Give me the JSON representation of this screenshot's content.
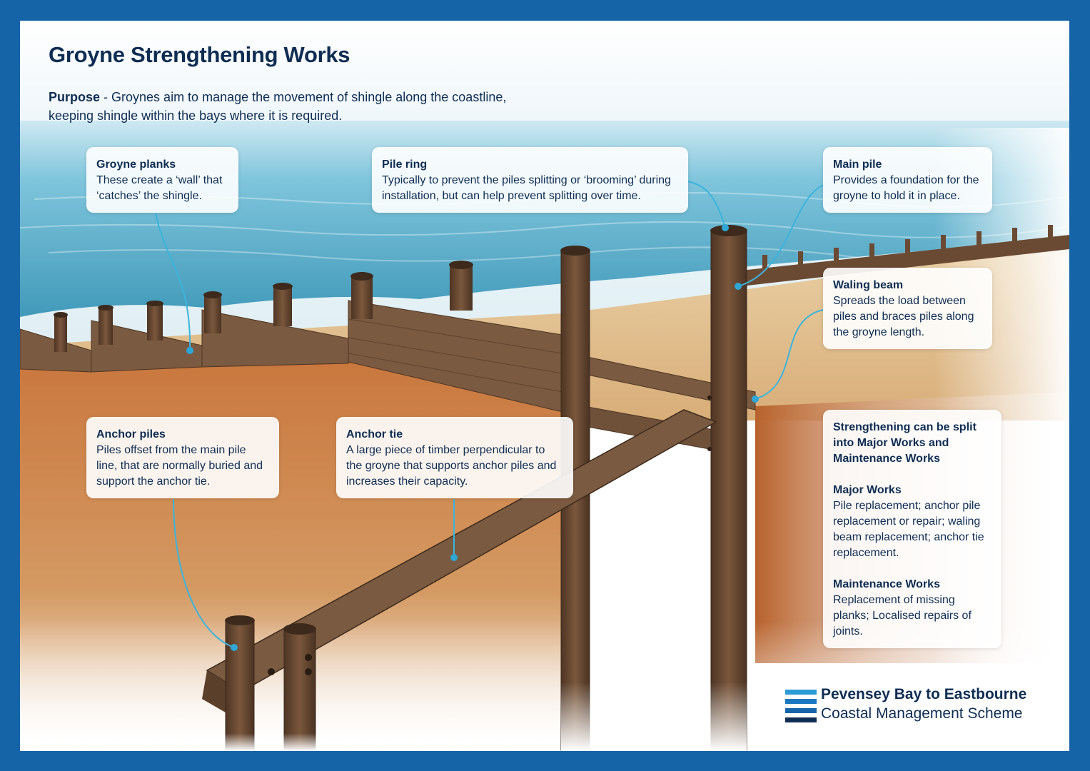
{
  "title": "Groyne Strengthening Works",
  "purpose": {
    "label": "Purpose",
    "text": " - Groynes aim to manage the movement of shingle along the coastline, keeping shingle within the bays where it is required."
  },
  "callouts": {
    "groyne_planks": {
      "heading": "Groyne planks",
      "text": "These create a ‘wall’ that ‘catches’ the shingle."
    },
    "pile_ring": {
      "heading": "Pile ring",
      "text": "Typically to prevent the piles splitting or ‘brooming’ during installation, but can help prevent splitting over time."
    },
    "main_pile": {
      "heading": "Main pile",
      "text": "Provides a foundation for the groyne to hold it in place."
    },
    "waling_beam": {
      "heading": "Waling beam",
      "text": "Spreads the load between piles and braces piles along the groyne length."
    },
    "anchor_piles": {
      "heading": "Anchor piles",
      "text": "Piles offset from the main pile line, that are normally buried and support the anchor tie."
    },
    "anchor_tie": {
      "heading": "Anchor tie",
      "text": "A large piece of timber perpendicular to the groyne that supports anchor piles and increases their capacity."
    }
  },
  "works": {
    "intro": "Strengthening can be split into Major Works and Maintenance Works",
    "major": {
      "heading": "Major Works",
      "text": "Pile replacement; anchor pile replacement or repair; waling beam replacement; anchor tie replacement."
    },
    "maintenance": {
      "heading": "Maintenance Works",
      "text": "Replacement of missing planks; Localised repairs of joints."
    }
  },
  "logo": {
    "line1": "Pevensey Bay to Eastbourne",
    "line2": "Coastal Management Scheme",
    "stripe_colors": [
      "#2b9bd6",
      "#1b78c0",
      "#1664a8",
      "#0f2d52"
    ]
  },
  "colors": {
    "border": "#1664a8",
    "title": "#0f2d52",
    "sea": "#3fa3c2",
    "shingle": "#d6a06a",
    "timber": "#6b4a33",
    "leader_line": "#3cb4dc"
  }
}
